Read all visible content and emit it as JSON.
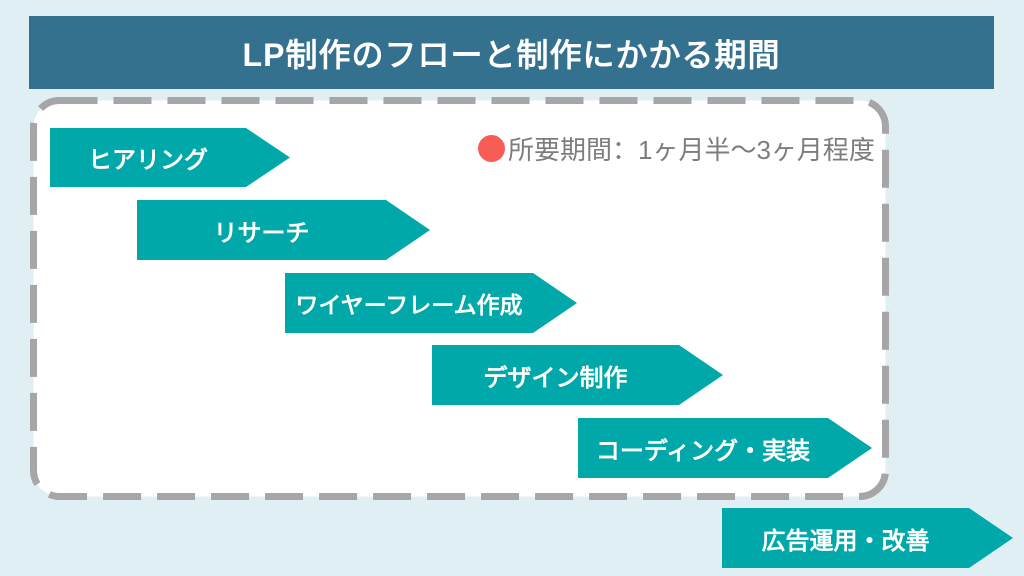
{
  "colors": {
    "background": "#dfeff4",
    "header-bg": "#34718f",
    "arrow-teal": "#00a8a9",
    "box-border": "#a6a6a6",
    "note-text": "#7d7d7d",
    "note-bullet": "#f95b55",
    "text-on-dark": "#ffffff"
  },
  "header": {
    "title": "LP制作のフローと制作にかかる期間"
  },
  "flow_box": {
    "note": {
      "icon": "red-circle-icon",
      "text": "所要期間：1ヶ月半～3ヶ月程度"
    },
    "steps": [
      {
        "label": "ヒアリング"
      },
      {
        "label": "リサーチ"
      },
      {
        "label": "ワイヤーフレーム作成"
      },
      {
        "label": "デザイン制作"
      },
      {
        "label": "コーディング・実装"
      }
    ]
  },
  "post_flow_step": {
    "label": "広告運用・改善"
  }
}
